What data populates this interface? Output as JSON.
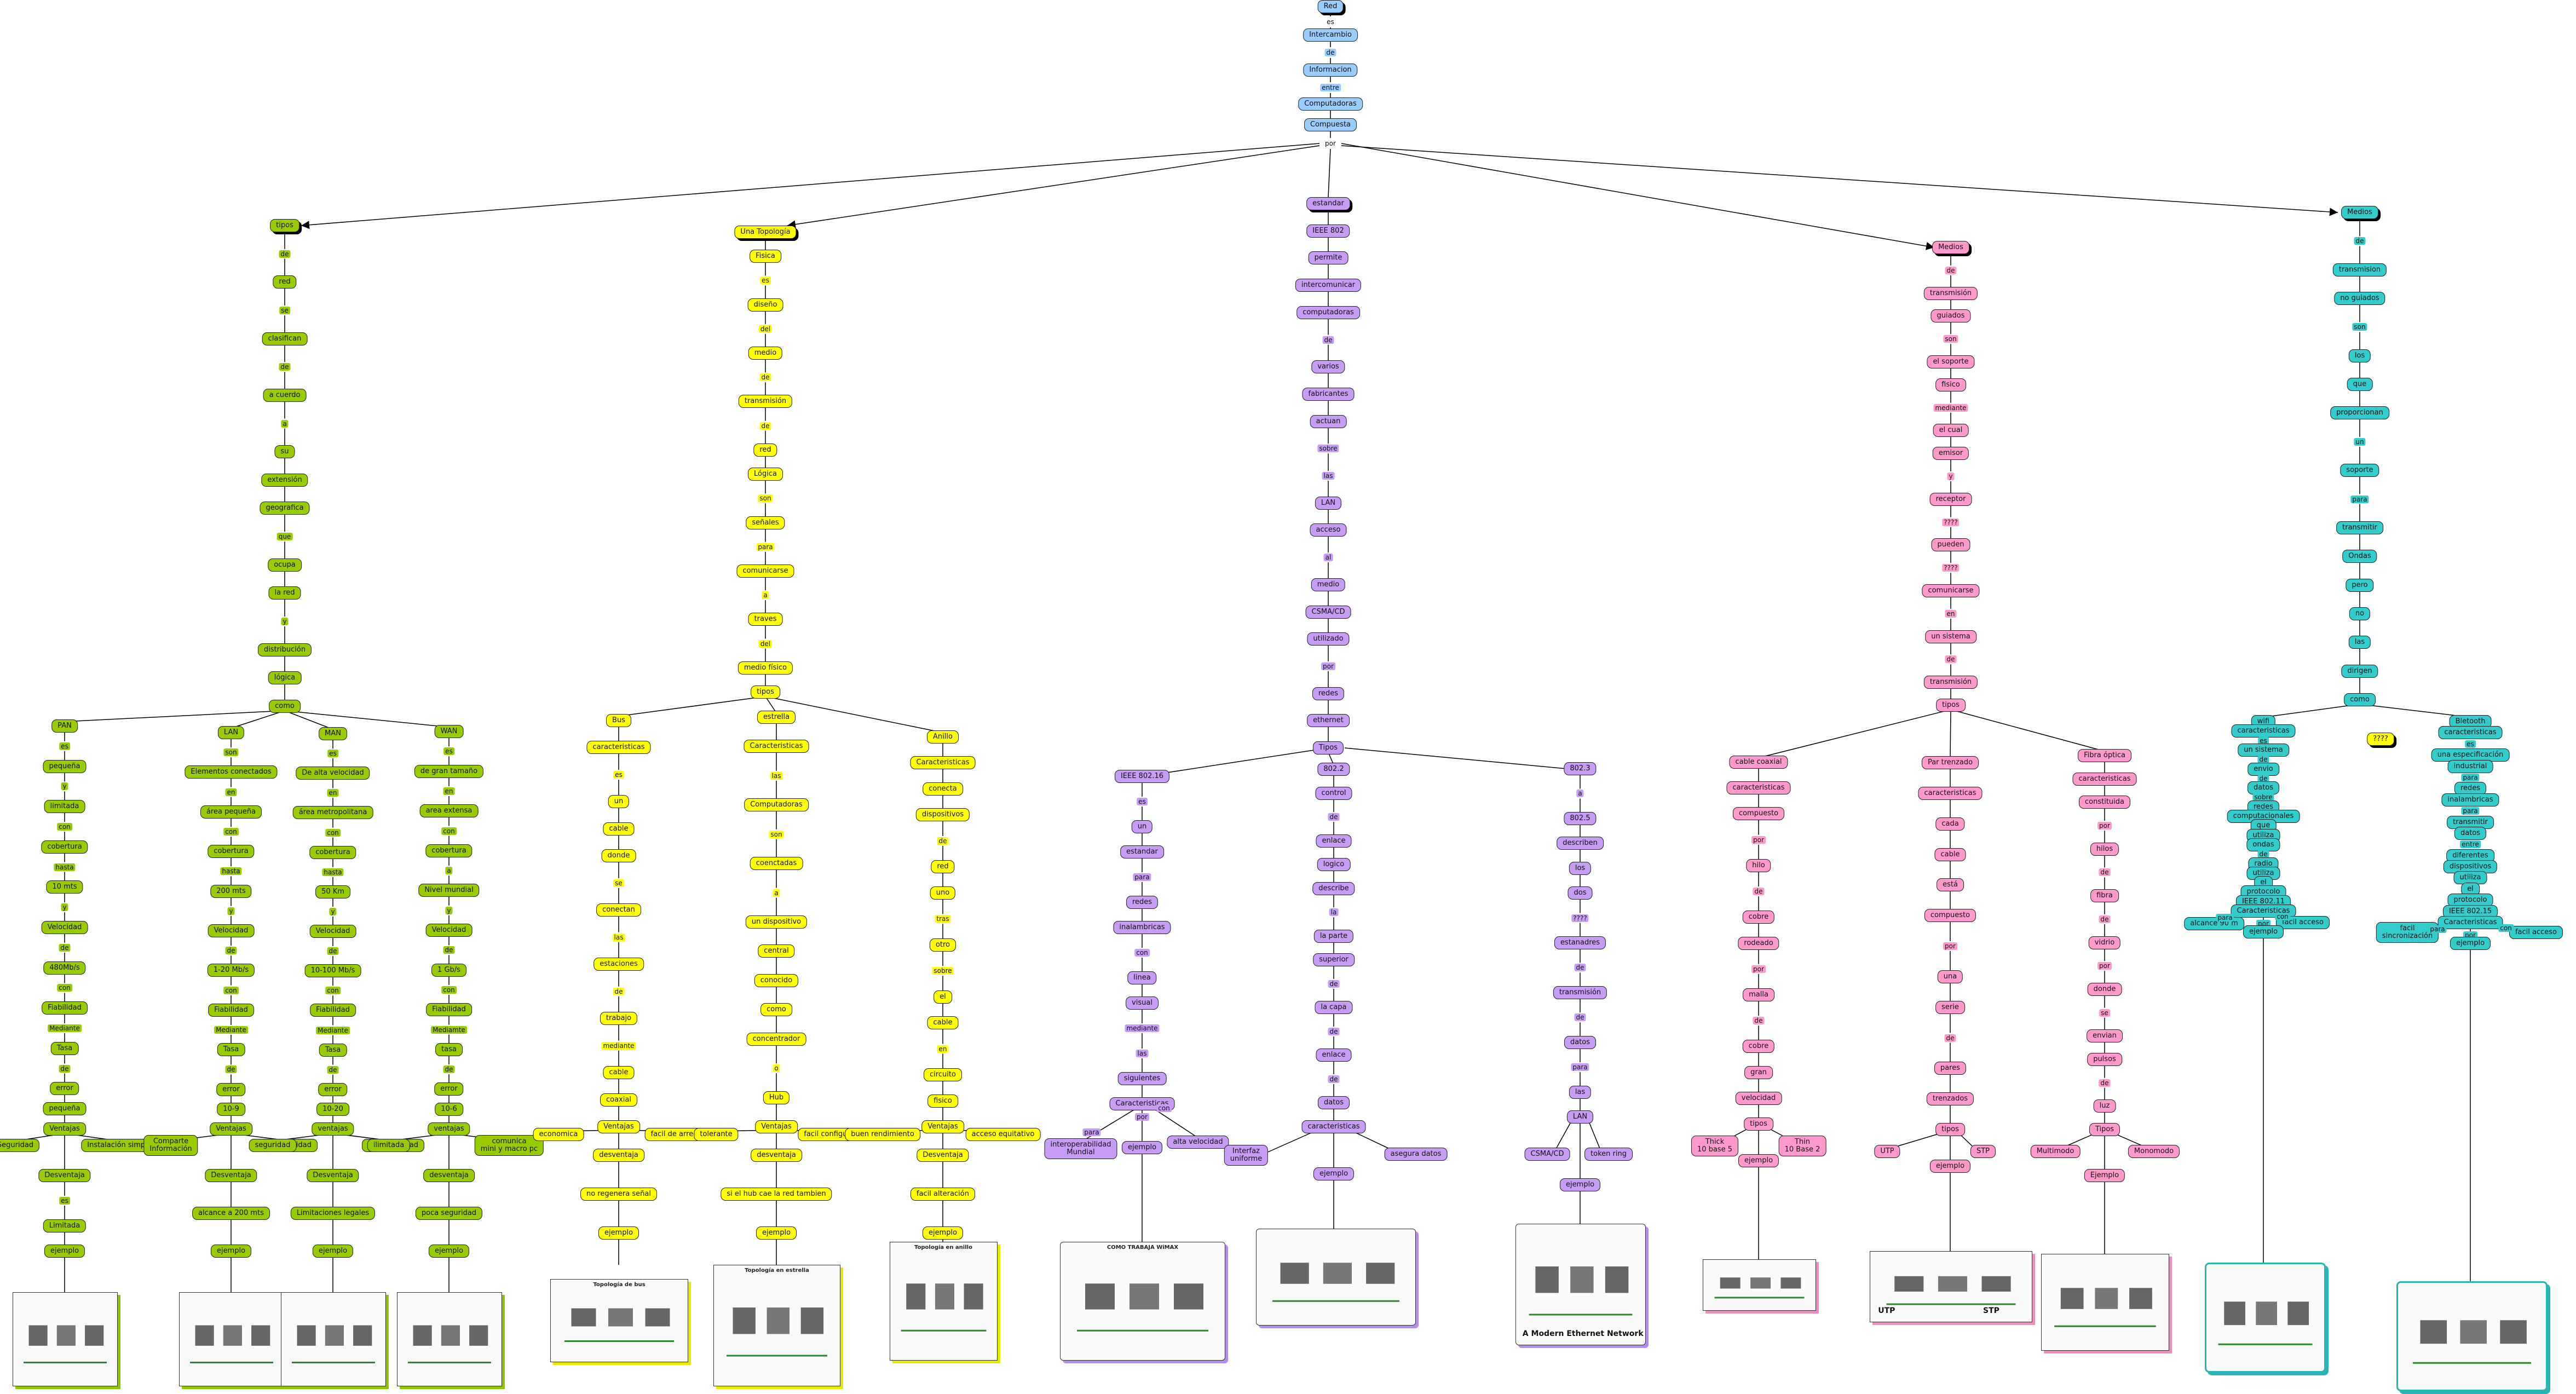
{
  "title": "Red",
  "colors": {
    "root": "#99ccff",
    "green": "#99cc00",
    "yellow": "#ffff00",
    "purple": "#c69cf5",
    "pink": "#ff99cc",
    "teal": "#33cccc",
    "line": "#000000"
  },
  "trunk": [
    {
      "id": "t0",
      "text": "Red",
      "kind": "concept"
    },
    {
      "id": "t1",
      "text": "es",
      "kind": "link"
    },
    {
      "id": "t2",
      "text": "Intercambio",
      "kind": "concept"
    },
    {
      "id": "t3",
      "text": "de",
      "kind": "link"
    },
    {
      "id": "t4",
      "text": "Informacion",
      "kind": "concept"
    },
    {
      "id": "t5",
      "text": "entre",
      "kind": "link"
    },
    {
      "id": "t6",
      "text": "Computadoras",
      "kind": "concept"
    },
    {
      "id": "t7",
      "text": "Compuesta",
      "kind": "concept"
    },
    {
      "id": "t8",
      "text": "por",
      "kind": "link"
    }
  ],
  "branches": {
    "tipos_red": {
      "color": "green",
      "head": [
        "tipos",
        "de",
        "red",
        "se",
        "clasifican",
        "de",
        "a cuerdo",
        "a",
        "su",
        "extensión",
        "geografica",
        "que",
        "ocupa",
        "la red",
        "y",
        "distribución",
        "lógica",
        "como"
      ],
      "types": [
        {
          "name": "PAN",
          "chain": [
            "es",
            "pequeña",
            "y",
            "limitada",
            "con",
            "cobertura",
            "hasta",
            "10 mts",
            "y",
            "Velocidad",
            "de",
            "480Mb/s",
            "con",
            "Fiabilidad",
            "Mediante",
            "Tasa",
            "de",
            "error",
            "pequeña",
            "Ventajas"
          ],
          "ventajas": [
            "Seguridad",
            "Instalación simple"
          ],
          "tail": [
            "Desventaja",
            "es",
            "Limitada",
            "ejemplo"
          ],
          "image": "PAN bluetooth devices example"
        },
        {
          "name": "LAN",
          "chain": [
            "son",
            "Elementos conectados",
            "en",
            "área pequeña",
            "con",
            "cobertura",
            "hasta",
            "200 mts",
            "y",
            "Velocidad",
            "de",
            "1-20 Mb/s",
            "con",
            "Fiabilidad",
            "Mediante",
            "Tasa",
            "de",
            "error",
            "10-9",
            "Ventajas"
          ],
          "ventajas": [
            "Comparte\nInformación",
            "Flexibilidad"
          ],
          "tail": [
            "Desventaja",
            "alcance a 200 mts",
            "ejemplo"
          ],
          "image": "LAN building example"
        },
        {
          "name": "MAN",
          "chain": [
            "es",
            "De alta velocidad",
            "en",
            "área metropolitana",
            "con",
            "cobertura",
            "hasta",
            "50 Km",
            "y",
            "Velocidad",
            "de",
            "10-100 Mb/s",
            "con",
            "Fiabilidad",
            "Mediante",
            "Tasa",
            "de",
            "error",
            "10-20",
            "ventajas"
          ],
          "ventajas": [
            "seguridad",
            "Disponibilidad"
          ],
          "tail": [
            "Desventaja",
            "Limitaciones legales",
            "ejemplo"
          ],
          "image": "Red metropolitana example"
        },
        {
          "name": "WAN",
          "chain": [
            "es",
            "de gran tamaño",
            "en",
            "area extensa",
            "con",
            "cobertura",
            "a",
            "Nivel mundial",
            "y",
            "Velocidad",
            "de",
            "1 Gb/s",
            "con",
            "Fiabilidad",
            "Mediamte",
            "tasa",
            "de",
            "error",
            "10-6",
            "ventajas"
          ],
          "ventajas": [
            "ilimitada",
            "comunica\nmini y macro pc"
          ],
          "tail": [
            "desventaja",
            "poca seguridad",
            "ejemplo"
          ],
          "image": "WAN satellite example"
        }
      ]
    },
    "topologia": {
      "color": "yellow",
      "head": [
        "Una Topología",
        "Fisica",
        "es",
        "diseño",
        "del",
        "medio",
        "de",
        "transmisión",
        "de",
        "red",
        "Lógica",
        "son",
        "señales",
        "para",
        "comunicarse",
        "a",
        "traves",
        "del",
        "medio físico",
        "tipos"
      ],
      "types": [
        {
          "name": "Bus",
          "chain": [
            "caracteristicas",
            "es",
            "un",
            "cable",
            "donde",
            "se",
            "conectan",
            "las",
            "estaciones",
            "de",
            "trabajo",
            "mediante",
            "cable",
            "coaxial",
            "Ventajas"
          ],
          "ventajas": [
            "economica",
            "facil de arreglar"
          ],
          "tail": [
            "desventaja",
            "no regenera señal",
            "ejemplo"
          ],
          "image": "Topología de bus"
        },
        {
          "name": "estrella",
          "chain": [
            "Caracteristicas",
            "las",
            "Computadoras",
            "son",
            "coenctadas",
            "a",
            "un dispositivo",
            "central",
            "conocido",
            "como",
            "concentrador",
            "o",
            "Hub",
            "Ventajas"
          ],
          "ventajas": [
            "tolerante",
            "facil configuración"
          ],
          "tail": [
            "desventaja",
            "si el hub cae la red tambien",
            "ejemplo"
          ],
          "image": "Topología en estrella"
        },
        {
          "name": "Anillo",
          "chain": [
            "Caracteristicas",
            "conecta",
            "dispositivos",
            "de",
            "red",
            "uno",
            "tras",
            "otro",
            "sobre",
            "el",
            "cable",
            "en",
            "circuito",
            "fisico",
            "Ventajas"
          ],
          "ventajas": [
            "buen rendimiento",
            "acceso equitativo"
          ],
          "tail": [
            "Desventaja",
            "facil alteración",
            "ejemplo"
          ],
          "image": "Topología en anillo"
        }
      ]
    },
    "estandar": {
      "color": "purple",
      "head": [
        "estandar",
        "IEEE 802",
        "permite",
        "intercomunicar",
        "computadoras",
        "de",
        "varios",
        "fabricantes",
        "actuan",
        "sobre",
        "las",
        "LAN",
        "acceso",
        "al",
        "medio",
        "CSMA/CD",
        "utilizado",
        "por",
        "redes",
        "ethernet",
        "Tipos"
      ],
      "types": [
        {
          "name": "IEEE 802.16",
          "chain": [
            "es",
            "un",
            "estandar",
            "para",
            "redes",
            "inalambricas",
            "con",
            "linea",
            "visual",
            "mediante",
            "las",
            "siguientes",
            "Caracteristicas"
          ],
          "side": [
            {
              "link": "para",
              "text": "interoperabilidad\nMundial"
            },
            {
              "link": "con",
              "text": "alta velocidad"
            }
          ],
          "tail": [
            "por",
            "ejemplo"
          ],
          "image": "COMO TRABAJA WiMAX"
        },
        {
          "name": "802.2",
          "chain": [
            "control",
            "de",
            "enlace",
            "logico",
            "describe",
            "la",
            "la parte",
            "superior",
            "de",
            "la capa",
            "de",
            "enlace",
            "de",
            "datos",
            "caracteristicas"
          ],
          "side": [
            {
              "link": "",
              "text": "Interfaz\nuniforme"
            },
            {
              "link": "",
              "text": "asegura datos"
            }
          ],
          "tail": [
            "ejemplo"
          ],
          "image": "802.2 100km gadtech.com.ar"
        },
        {
          "name": "802.3",
          "chain": [
            "a",
            "802.5",
            "describen",
            "los",
            "dos",
            "????",
            "estanadres",
            "de",
            "transmisión",
            "de",
            "datos",
            "para",
            "las",
            "LAN"
          ],
          "side": [
            {
              "link": "",
              "text": "CSMA/CD"
            },
            {
              "link": "",
              "text": "token ring"
            }
          ],
          "tail": [
            "ejemplo"
          ],
          "image": "A Modern Ethernet Network"
        }
      ]
    },
    "guiados": {
      "color": "pink",
      "head": [
        "Medios",
        "de",
        "transmisión",
        "guiados",
        "son",
        "el soporte",
        "fisico",
        "mediante",
        "el cual",
        "emisor",
        "y",
        "receptor",
        "????",
        "pueden",
        "????",
        "comunicarse",
        "en",
        "un sistema",
        "de",
        "transmisión",
        "tipos"
      ],
      "types": [
        {
          "name": "cable coaxial",
          "chain": [
            "caracteristicas",
            "compuesto",
            "por",
            "hilo",
            "de",
            "cobre",
            "rodeado",
            "por",
            "malla",
            "de",
            "cobre",
            "gran",
            "velocidad",
            "tipos"
          ],
          "sub": [
            "Thick\n10 base 5",
            "Thin\n10 Base 2"
          ],
          "tail": [
            "ejemplo"
          ],
          "image": "coaxial cables"
        },
        {
          "name": "Par trenzado",
          "chain": [
            "caracteristicas",
            "cada",
            "cable",
            "está",
            "compuesto",
            "por",
            "una",
            "serie",
            "de",
            "pares",
            "trenzados",
            "tipos"
          ],
          "sub": [
            "UTP",
            "STP"
          ],
          "tail": [
            "ejemplo"
          ],
          "image": "UTP STP cables",
          "image_labels": [
            "UTP",
            "STP"
          ]
        },
        {
          "name": "Fibra óptica",
          "chain": [
            "caracteristicas",
            "constituida",
            "por",
            "hilos",
            "de",
            "fibra",
            "de",
            "vidrio",
            "por",
            "donde",
            "se",
            "envian",
            "pulsos",
            "de",
            "luz",
            "Tipos"
          ],
          "sub": [
            "Multimodo",
            "Monomodo"
          ],
          "tail": [
            "Ejemplo"
          ],
          "image": "fiber optic cable"
        }
      ]
    },
    "no_guiados": {
      "color": "teal",
      "head": [
        "Medios",
        "de",
        "transmision",
        "no guiados",
        "son",
        "los",
        "que",
        "proporcionan",
        "un",
        "soporte",
        "para",
        "transmitir",
        "Ondas",
        "pero",
        "no",
        "las",
        "dirigen",
        "como"
      ],
      "orphan": "????",
      "types": [
        {
          "name": "wifi",
          "chain": [
            "caracteristicas",
            "es",
            "un sistema",
            "de",
            "envio",
            "de",
            "datos",
            "sobre",
            "redes",
            "computacionales",
            "que",
            "utiliza",
            "ondas",
            "de",
            "radio",
            "utiliza",
            "el",
            "protocolo",
            "IEEE 802.11",
            "Caracteristicas"
          ],
          "side": [
            {
              "link": "para",
              "text": "alcance 90 m"
            },
            {
              "link": "con",
              "text": "facil acceso"
            }
          ],
          "tail": [
            "por",
            "ejemplo"
          ],
          "image": "WiFi devices"
        },
        {
          "name": "Bletooth",
          "chain": [
            "caracteristicas",
            "es",
            "una especificación",
            "industrial",
            "para",
            "redes",
            "inalambricas",
            "para",
            "transmitir",
            "datos",
            "entre",
            "diferentes",
            "dispositivos",
            "utiliza",
            "el",
            "protocolo",
            "IEEE 802.15",
            "Caracteristicas"
          ],
          "side": [
            {
              "link": "para",
              "text": "facil\nsincronización"
            },
            {
              "link": "con",
              "text": "facil acceso"
            }
          ],
          "tail": [
            "por",
            "ejemplo"
          ],
          "image": "Bluetooth devices"
        }
      ]
    }
  }
}
